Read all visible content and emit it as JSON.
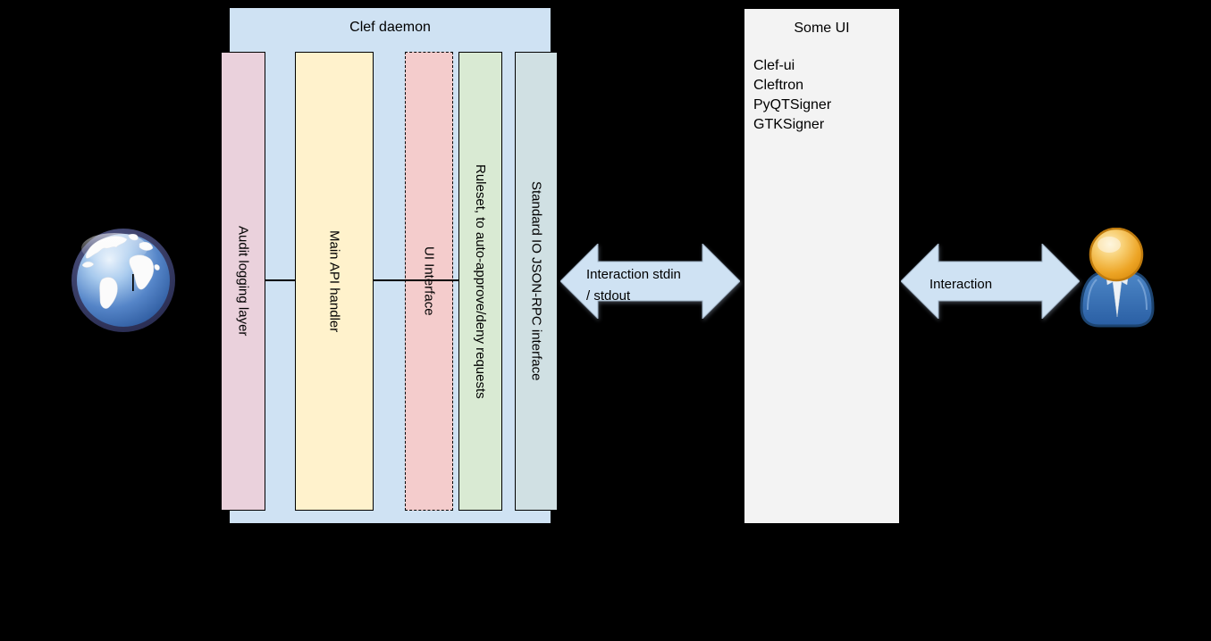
{
  "clef_daemon": {
    "title": "Clef daemon",
    "container_color": "#cfe2f3",
    "bars": [
      {
        "label": "Audit logging layer",
        "color": "#ead1dc",
        "border": "solid"
      },
      {
        "label": "Main API handler",
        "color": "#fff2cc",
        "border": "solid"
      },
      {
        "label": "UI Interface",
        "color": "#f4cccc",
        "border": "dashed"
      },
      {
        "label": "Ruleset, to auto-approve/deny requests",
        "color": "#d9ead3",
        "border": "solid"
      },
      {
        "label": "Standard IO JSON-RPC interface",
        "color": "#d0e0e3",
        "border": "solid"
      }
    ]
  },
  "arrows": {
    "left": {
      "line1": "Interaction stdin",
      "line2": "/ stdout",
      "color": "#cfe2f3"
    },
    "right": {
      "label": "Interaction",
      "color": "#cfe2f3"
    }
  },
  "some_ui": {
    "title": "Some UI",
    "color": "#f3f3f3",
    "items": [
      "Clef-ui",
      "Cleftron",
      "PyQTSigner",
      "GTKSigner"
    ]
  },
  "icons": {
    "left": "globe-internet-icon",
    "right": "user-person-icon"
  }
}
